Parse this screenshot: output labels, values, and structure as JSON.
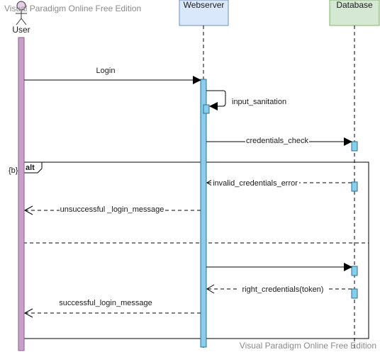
{
  "watermark": {
    "top": "Visual Paradigm Online Free Edition",
    "bottom": "Visual Paradigm Online Free Edition"
  },
  "lifelines": {
    "user": "User",
    "webserver": "Webserver",
    "database": "Database"
  },
  "fragment": {
    "operator": "alt",
    "guard": "{b}"
  },
  "messages": {
    "login": "Login",
    "input_sanitation": "input_sanitation",
    "credentials_check": "credentials_check",
    "invalid_credentials_error": "invalid_credentials_error",
    "unsuccessful_login_message": "unsuccessful _login_message",
    "right_credentials": "right_credentials(token)",
    "successful_login_message": "successful_login_message"
  },
  "colors": {
    "user_activation": "#c9a0c9",
    "server_activation": "#87ceeb",
    "webserver_box": "#dae8fc",
    "database_box": "#d5e8d4"
  }
}
